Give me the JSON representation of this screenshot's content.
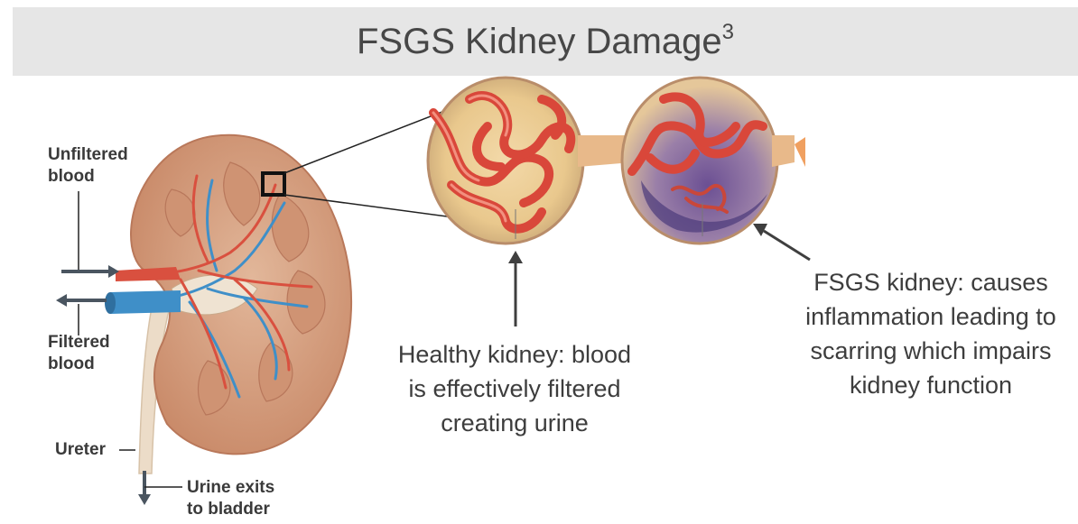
{
  "header": {
    "title": "FSGS Kidney Damage",
    "title_superscript": "3"
  },
  "labels": {
    "unfiltered_blood": [
      "Unfiltered",
      "blood"
    ],
    "filtered_blood": [
      "Filtered",
      "blood"
    ],
    "ureter": "Ureter",
    "urine_exits": [
      "Urine exits",
      "to bladder"
    ]
  },
  "captions": {
    "healthy": [
      "Healthy kidney: blood",
      "is effectively filtered",
      "creating urine"
    ],
    "fsgs": [
      "FSGS kidney: causes",
      "inflammation leading to",
      "scarring which impairs",
      "kidney function"
    ]
  },
  "colors": {
    "header_bg": "#e6e6e6",
    "kidney_outer": "#d8a98c",
    "kidney_inner": "#c98d6c",
    "artery": "#d9503f",
    "vein": "#3f8fc8",
    "scar": "#5a4a8a",
    "arrow": "#4a5560"
  }
}
